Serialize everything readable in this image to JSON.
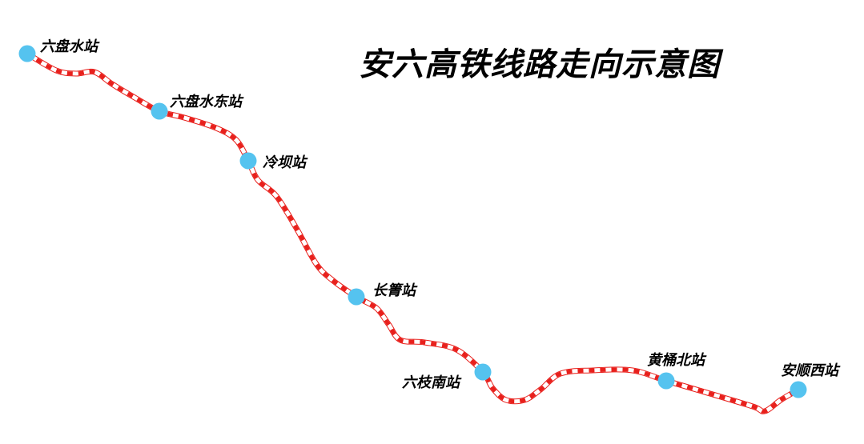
{
  "title": "安六高铁线路走向示意图",
  "colors": {
    "line": "#e8201c",
    "station": "#55c3ef",
    "text": "#000000"
  },
  "stations": [
    {
      "name": "六盘水站"
    },
    {
      "name": "六盘水东站"
    },
    {
      "name": "冷坝站"
    },
    {
      "name": "长箐站"
    },
    {
      "name": "六枝南站"
    },
    {
      "name": "黄桶北站"
    },
    {
      "name": "安顺西站"
    }
  ]
}
